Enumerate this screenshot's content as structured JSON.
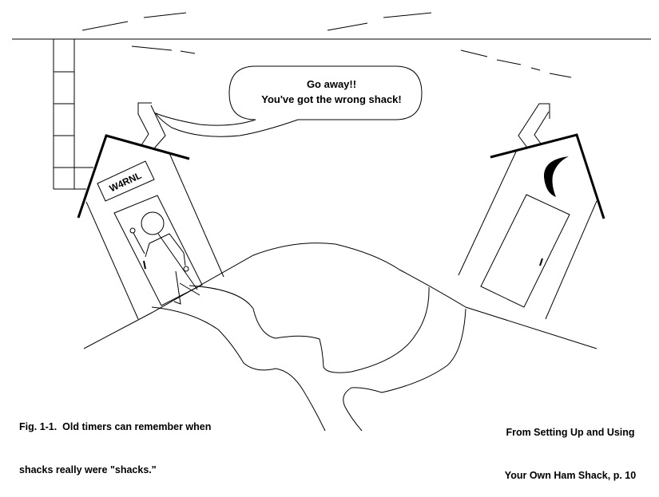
{
  "cartoon": {
    "speech_bubble": {
      "line1": "Go away!!",
      "line2": "You've got the wrong shack!"
    },
    "left_shack_sign": "W4RNL",
    "colors": {
      "ink": "#000000",
      "background": "#ffffff"
    }
  },
  "caption_left": {
    "line1": "Fig. 1-1.  Old timers can remember when",
    "line2": "shacks really were \"shacks.\""
  },
  "caption_right": {
    "line1": "From Setting Up and Using",
    "line2": "Your Own Ham Shack, p. 10"
  }
}
